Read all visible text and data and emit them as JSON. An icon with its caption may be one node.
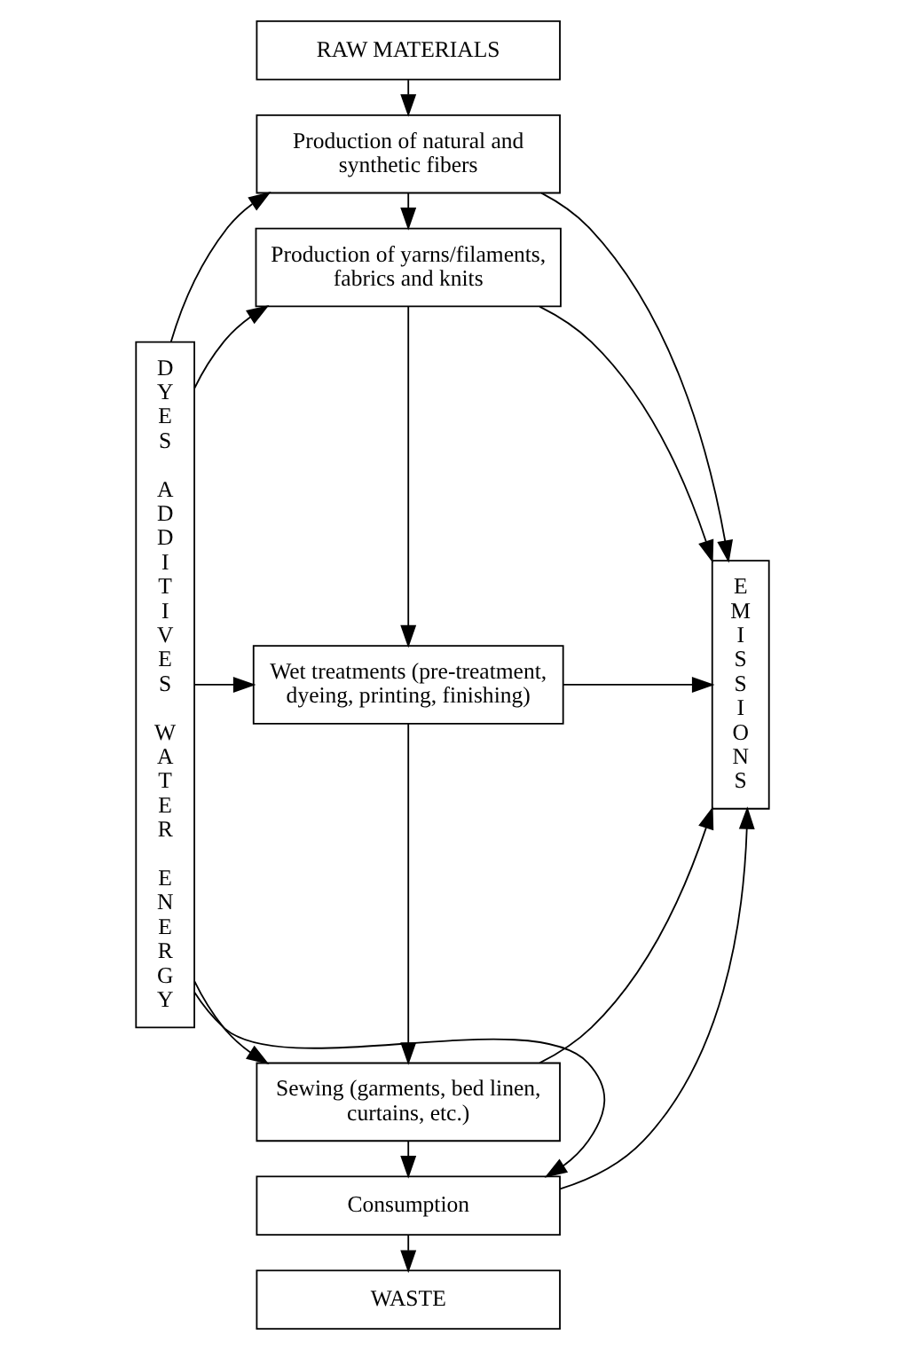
{
  "diagram": {
    "nodes": [
      {
        "text": [
          "RAW MATERIALS"
        ]
      },
      {
        "text": [
          "DYES ADDITIVES WATER ENERGY"
        ]
      },
      {
        "text": [
          "Production of natural and synthetic fibers"
        ]
      },
      {
        "text": [
          "Production of yarns/filaments, fabrics and knits"
        ]
      },
      {
        "text": [
          "Wet treatments (pre-treatment, dyeing, printing, finishing)"
        ]
      },
      {
        "text": [
          "Sewing (garments, bed linen, curtains, etc.)"
        ]
      },
      {
        "text": [
          "Consumption"
        ]
      },
      {
        "text": [
          "WASTE"
        ]
      },
      {
        "text": [
          "EMISSIONS"
        ]
      }
    ],
    "edges": [
      {
        "from": 0,
        "to": 2,
        "arrow": "to"
      },
      {
        "from": 2,
        "to": 3,
        "arrow": "to"
      },
      {
        "from": 3,
        "to": 4,
        "arrow": "to"
      },
      {
        "from": 4,
        "to": 5,
        "arrow": "to"
      },
      {
        "from": 5,
        "to": 6,
        "arrow": "to"
      },
      {
        "from": 6,
        "to": 7,
        "arrow": "to"
      },
      {
        "from": 1,
        "to": 2,
        "arrow": "to"
      },
      {
        "from": 1,
        "to": 3,
        "arrow": "to"
      },
      {
        "from": 1,
        "to": 4,
        "arrow": "to"
      },
      {
        "from": 1,
        "to": 5,
        "arrow": "to"
      },
      {
        "from": 1,
        "to": 6,
        "arrow": "to"
      },
      {
        "from": 2,
        "to": 8,
        "arrow": "to"
      },
      {
        "from": 3,
        "to": 8,
        "arrow": "to"
      },
      {
        "from": 4,
        "to": 8,
        "arrow": "to"
      },
      {
        "from": 5,
        "to": 8,
        "arrow": "to"
      },
      {
        "from": 6,
        "to": 8,
        "arrow": "to"
      }
    ]
  }
}
